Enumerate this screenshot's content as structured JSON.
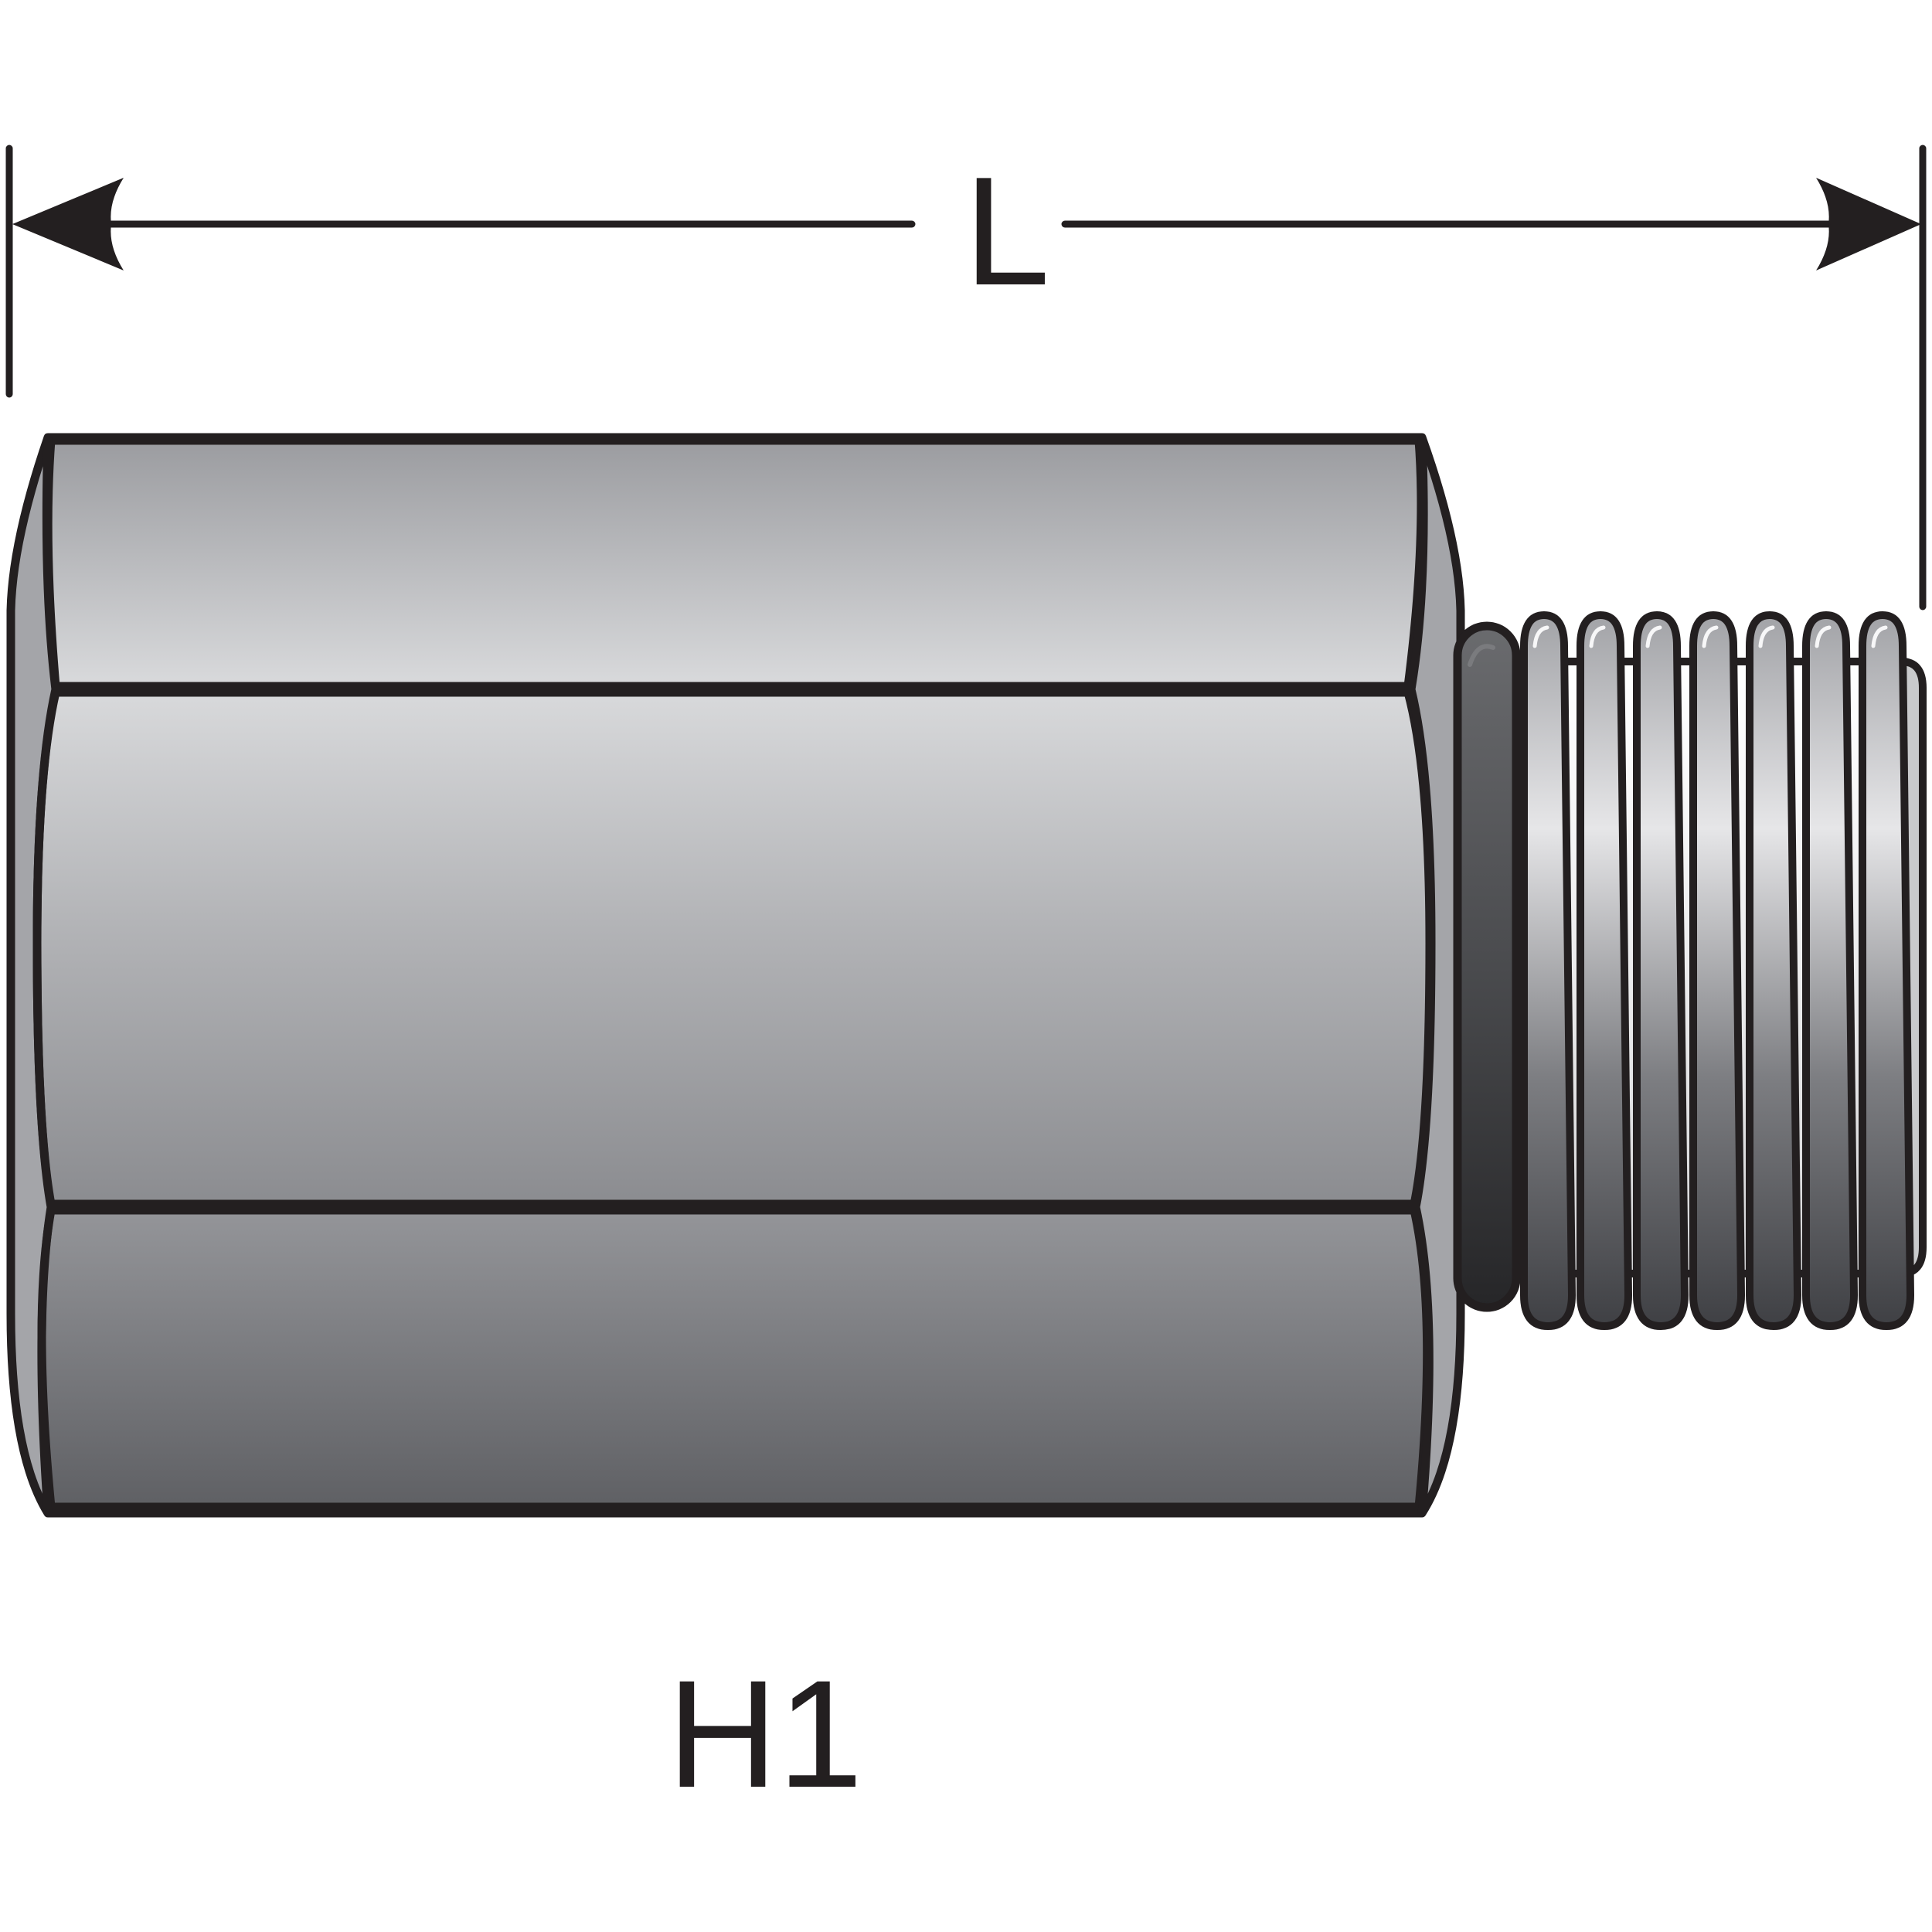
{
  "dimension": {
    "label": "L"
  },
  "part": {
    "code": "H1"
  },
  "colors": {
    "outline": "#231f20",
    "body_dark": "#5f6064",
    "body_mid": "#a6a7ab",
    "body_light": "#d8d9db",
    "oring_dark": "#2b2b2d",
    "oring_light": "#5c5d60",
    "thread_light": "#f2f2f3"
  },
  "thread": {
    "crest_count": 7
  }
}
